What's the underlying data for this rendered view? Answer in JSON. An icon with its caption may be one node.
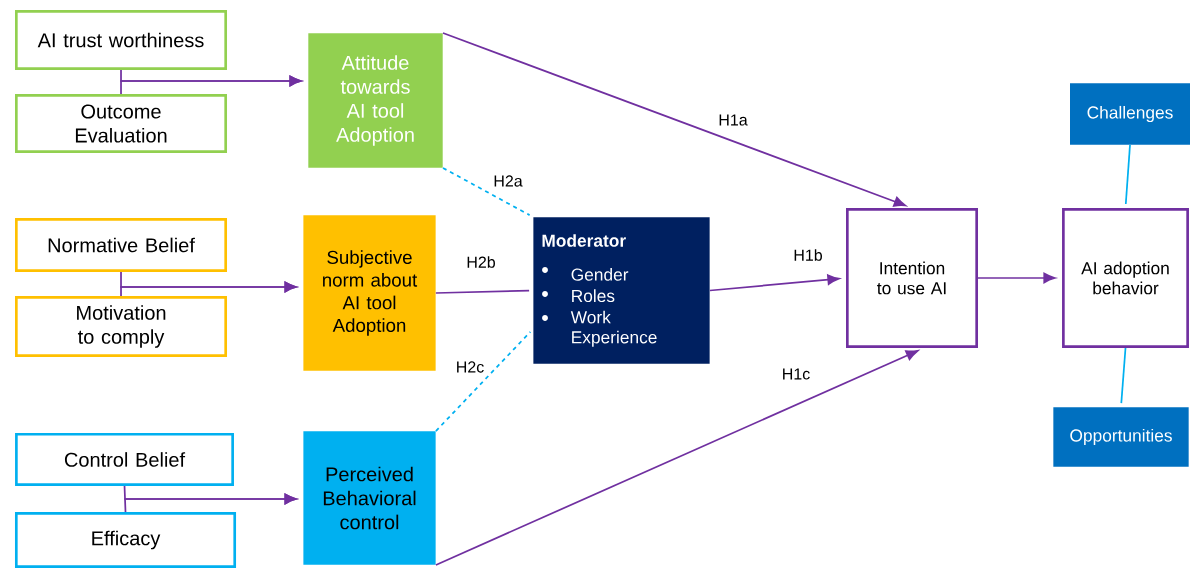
{
  "diagram": {
    "nodes": [
      {
        "text": [
          "AI trust worthiness"
        ]
      },
      {
        "text": [
          "Outcome Evaluation"
        ]
      },
      {
        "text": [
          "Attitude towards AI tool Adoption"
        ]
      },
      {
        "text": [
          "Normative Belief"
        ]
      },
      {
        "text": [
          "Motivation to comply"
        ]
      },
      {
        "text": [
          "Subjective norm about AI tool Adoption"
        ]
      },
      {
        "text": [
          "Control Belief"
        ]
      },
      {
        "text": [
          "Efficacy"
        ]
      },
      {
        "text": [
          "Perceived Behavioral control"
        ]
      },
      {
        "text": [
          "Moderator",
          "Gender",
          "Roles",
          "Work Experience"
        ]
      },
      {
        "text": [
          "Intention to use AI"
        ]
      },
      {
        "text": [
          "AI adoption behavior"
        ]
      },
      {
        "text": [
          "Challenges"
        ]
      },
      {
        "text": [
          "Opportunities"
        ]
      }
    ],
    "edges": [
      {
        "from": 0,
        "to": 2,
        "arrow": "to"
      },
      {
        "from": 1,
        "to": 2,
        "arrow": "to"
      },
      {
        "from": 3,
        "to": 5,
        "arrow": "to"
      },
      {
        "from": 4,
        "to": 5,
        "arrow": "to"
      },
      {
        "from": 6,
        "to": 8,
        "arrow": "to"
      },
      {
        "from": 7,
        "to": 8,
        "arrow": "to"
      },
      {
        "from": 2,
        "to": 10,
        "arrow": "to",
        "label": "H1a"
      },
      {
        "from": 2,
        "to": 9,
        "arrow": "none",
        "label": "H2a",
        "style": "dashed",
        "color": "#00b0f0"
      },
      {
        "from": 5,
        "to": 9,
        "arrow": "none",
        "label": "H2b"
      },
      {
        "from": 9,
        "to": 10,
        "arrow": "to",
        "label": "H1b"
      },
      {
        "from": 8,
        "to": 9,
        "arrow": "none",
        "label": "H2c",
        "style": "dashed",
        "color": "#00b0f0"
      },
      {
        "from": 8,
        "to": 10,
        "arrow": "to",
        "label": "H1c"
      },
      {
        "from": 10,
        "to": 11,
        "arrow": "to"
      },
      {
        "from": 12,
        "to": 11,
        "arrow": "none",
        "color": "#00b0f0"
      },
      {
        "from": 11,
        "to": 13,
        "arrow": "none",
        "color": "#00b0f0"
      }
    ]
  }
}
